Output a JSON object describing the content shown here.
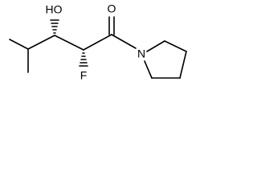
{
  "molecule": {
    "atoms": {
      "hydroxyl": "HO",
      "carbonyl_oxygen": "O",
      "fluorine": "F",
      "nitrogen": "N"
    }
  },
  "colors": {
    "bond": "#000000",
    "background": "#ffffff"
  }
}
